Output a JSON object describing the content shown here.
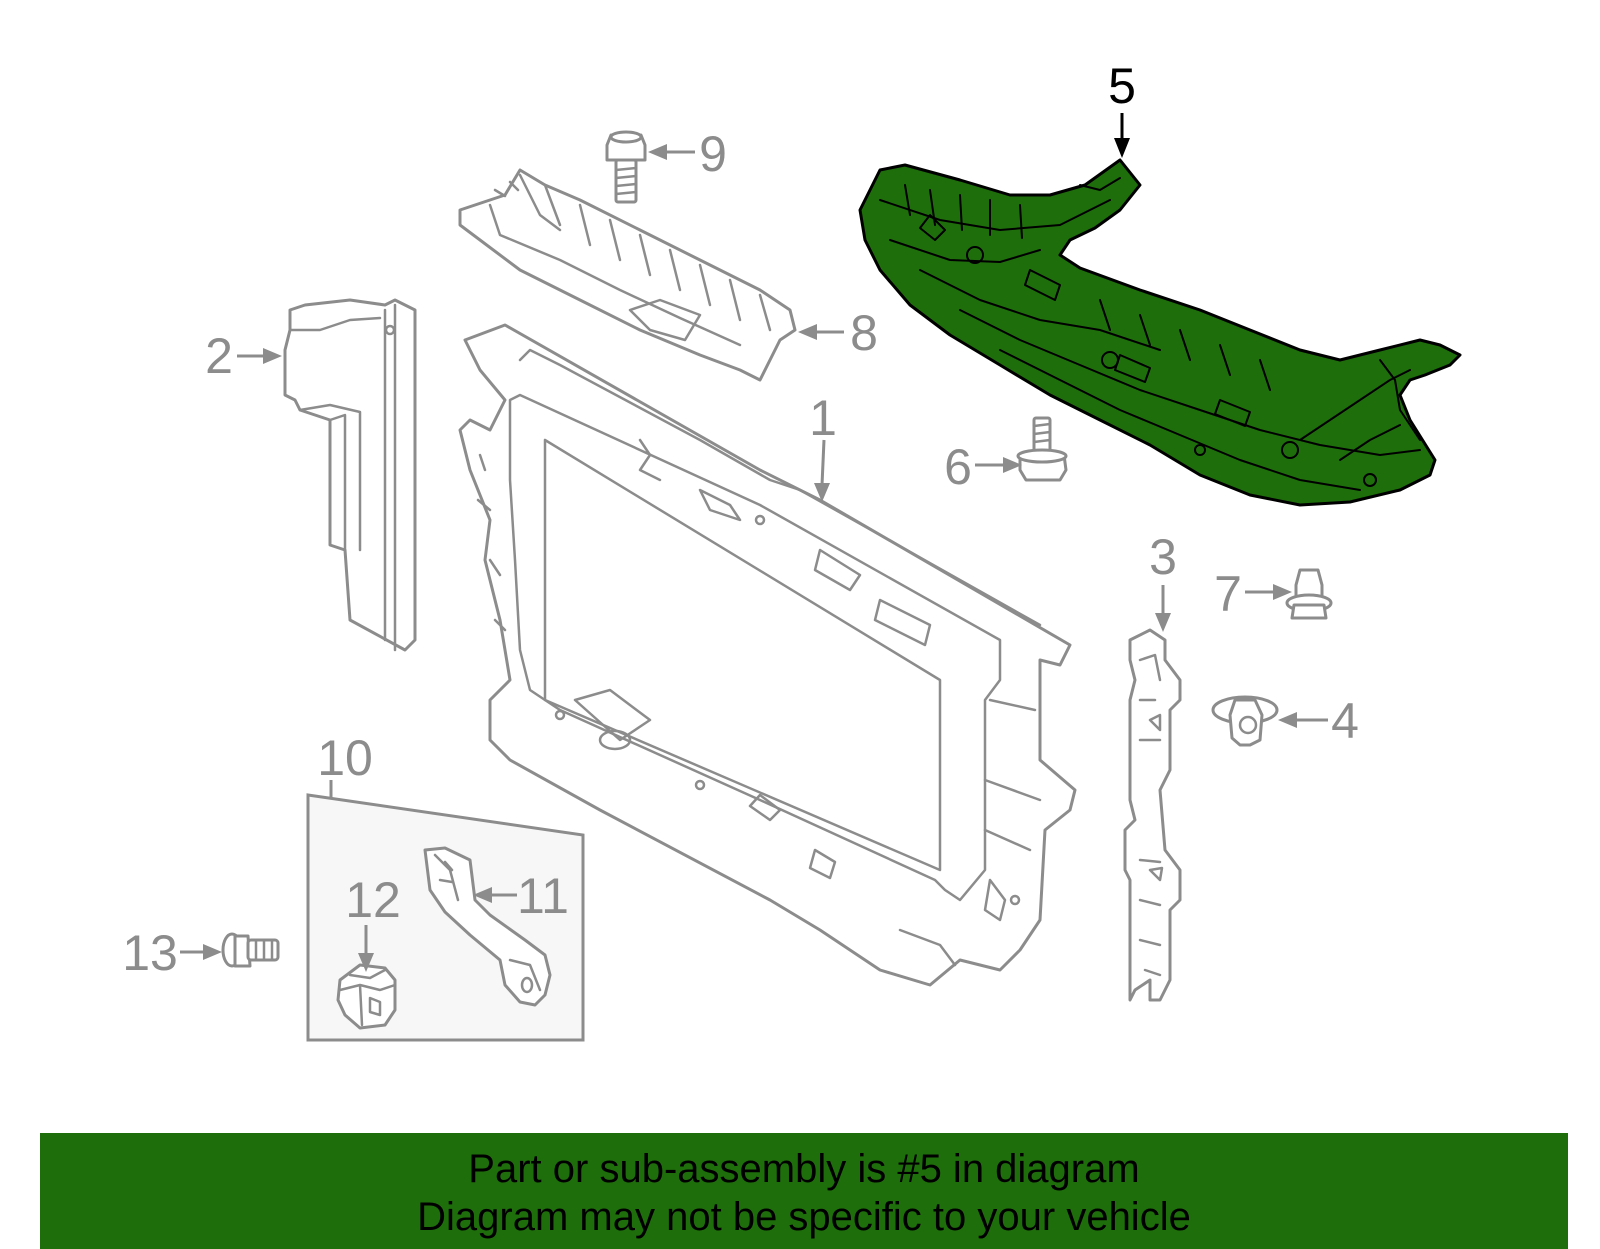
{
  "callouts": {
    "c1": "1",
    "c2": "2",
    "c3": "3",
    "c4": "4",
    "c5": "5",
    "c6": "6",
    "c7": "7",
    "c8": "8",
    "c9": "9",
    "c10": "10",
    "c11": "11",
    "c12": "12",
    "c13": "13"
  },
  "highlight": {
    "part_number": "5",
    "color": "#1f6e0c"
  },
  "banner": {
    "line1": "Part or sub-assembly is #5 in diagram",
    "line2": "Diagram may not be specific to your vehicle",
    "background": "#1f6e0c"
  }
}
